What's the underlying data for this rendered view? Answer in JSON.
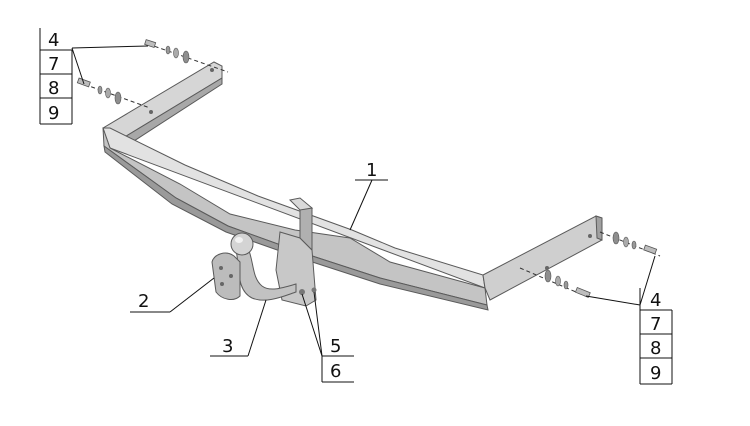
{
  "callouts": {
    "top_left": [
      "4",
      "7",
      "8",
      "9"
    ],
    "right": [
      "4",
      "7",
      "8",
      "9"
    ],
    "frame": "1",
    "plate": "2",
    "ball": "3",
    "bolt_a": "5",
    "bolt_b": "6"
  },
  "colors": {
    "metal_light": "#dcdcdc",
    "metal_mid": "#b9b9b9",
    "metal_dark": "#8a8a8a",
    "outline": "#5a5a5a",
    "leader": "#111111"
  }
}
